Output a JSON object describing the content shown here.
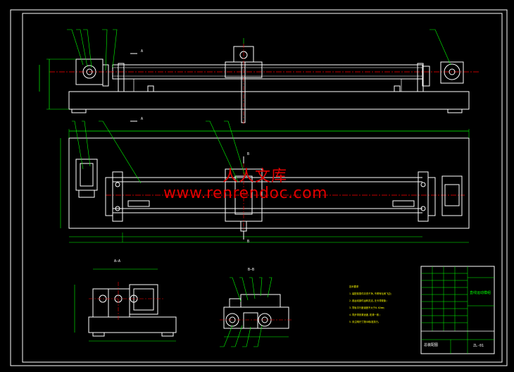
{
  "watermark": {
    "line1": "人人文库",
    "line2": "www.renrendoc.com"
  },
  "section_labels": {
    "aa_title": "A—A",
    "bb_title": "B—B",
    "a_marker": "A",
    "b_marker": "B"
  },
  "title_block": {
    "drawing_name": "总装配图",
    "drawing_no": "ZL-01",
    "part_name": "直线运动模组"
  },
  "tech_notes": [
    "技术要求",
    "1.装配前零件清洗干净,不得有毛刺飞边;",
    "2.各运动部件运转灵活,无卡滞现象;",
    "3.导轨平行度误差不大于0.02mm;",
    "4.同步带张紧适度,松紧一致;",
    "5.未注明尺寸按GB标准执行。"
  ],
  "colors": {
    "background": "#000000",
    "outline": "#ffffff",
    "hidden": "#ffff00",
    "center": "#ff0000",
    "dimension": "#00ff00",
    "leader": "#00ff00",
    "detail": "#00ffff"
  }
}
